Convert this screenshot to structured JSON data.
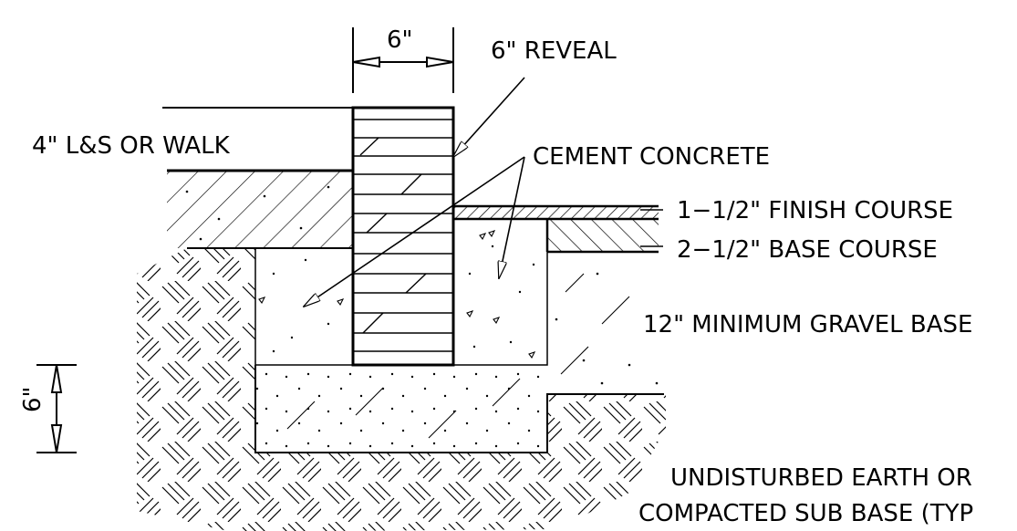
{
  "labels": {
    "top_dim": "6\"",
    "reveal": "6\" REVEAL",
    "walk": "4\" L&S OR WALK",
    "cement": "CEMENT CONCRETE",
    "finish": "1−1/2\" FINISH COURSE",
    "base_course": "2−1/2\" BASE COURSE",
    "gravel": "12\" MINIMUM GRAVEL BASE",
    "earth1": "UNDISTURBED EARTH OR",
    "earth2": "COMPACTED SUB BASE (TYP",
    "side_dim": "6\""
  }
}
